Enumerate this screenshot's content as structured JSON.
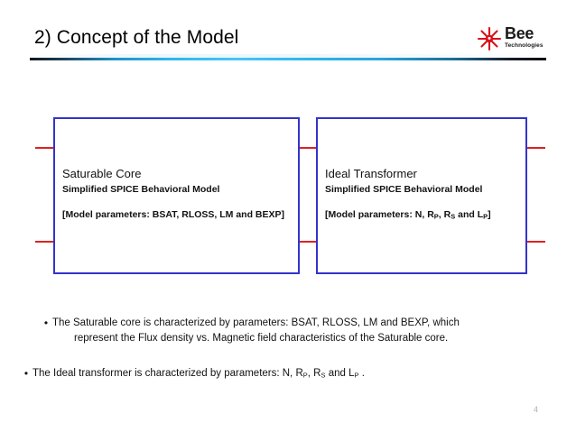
{
  "slide": {
    "title": "2) Concept of the Model",
    "page_number": "4",
    "accent_blue": "#3333cc",
    "accent_red": "#dd2222",
    "divider_cyan": "#2fb6e8"
  },
  "logo": {
    "mark": "red-starburst-icon",
    "word": "Bee",
    "subtitle": "Technologies",
    "mark_color": "#d8121a"
  },
  "diagram": {
    "left_box": {
      "heading": "Saturable Core",
      "subtitle": "Simplified SPICE Behavioral Model",
      "parameters_prefix": "[Model parameters: BSAT, RLOSS, LM and BEXP]"
    },
    "right_box": {
      "heading": "Ideal Transformer",
      "subtitle": "Simplified SPICE Behavioral Model",
      "parameters_prefix": "[Model parameters: N, R",
      "sub_p1": "P",
      "parameters_mid1": ", R",
      "sub_s": "S",
      "parameters_mid2": " and L",
      "sub_p2": "P",
      "parameters_suffix": "]"
    },
    "wires": [
      "left-top-terminal",
      "left-bottom-terminal",
      "middle-top-terminal",
      "middle-bottom-terminal",
      "right-top-terminal",
      "right-bottom-terminal"
    ]
  },
  "bullets": {
    "first": {
      "marker": "•",
      "line1": "The Saturable core is characterized by parameters: BSAT, RLOSS, LM and BEXP, which",
      "line2": "represent the Flux density vs. Magnetic field characteristics of the Saturable core."
    },
    "second": {
      "marker": "•",
      "prefix": "The Ideal transformer is characterized by parameters: N, R",
      "sub_p1": "P",
      "mid1": ", R",
      "sub_s": "S",
      "mid2": " and L",
      "sub_p2": "P",
      "suffix": " ."
    }
  }
}
